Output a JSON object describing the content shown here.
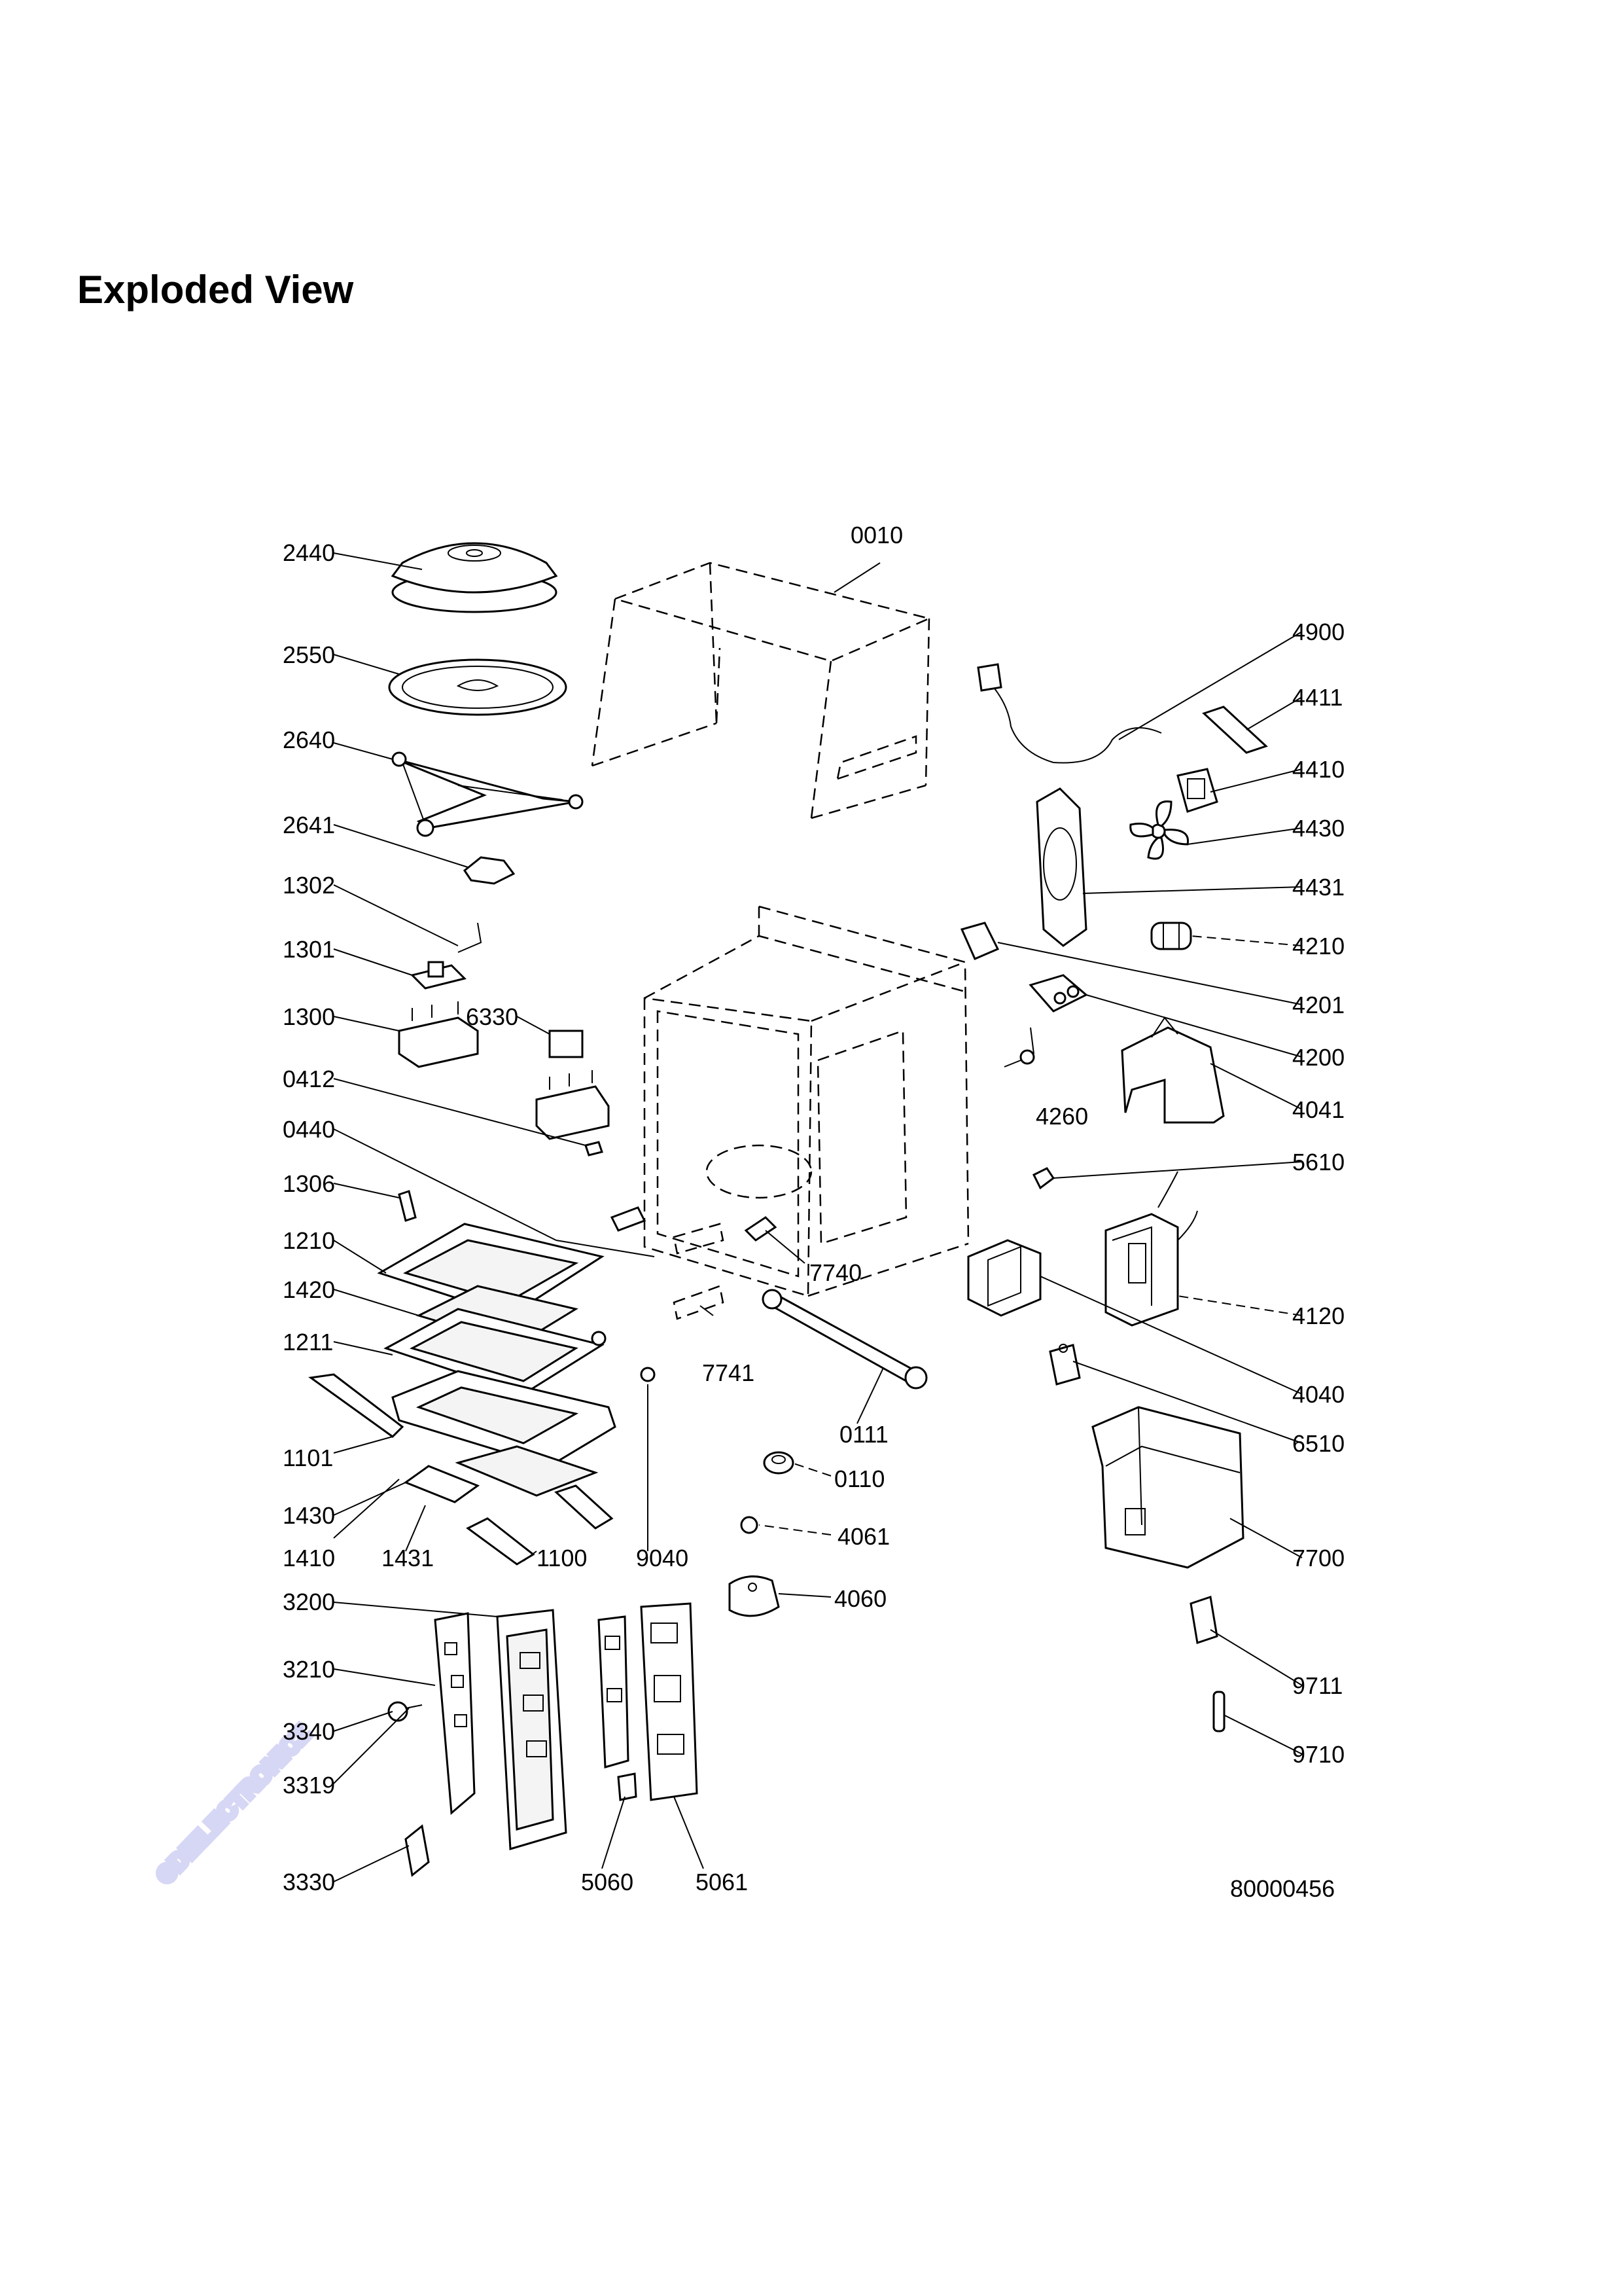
{
  "title": "Exploded View",
  "watermark": "©DIELECTRONICZ",
  "drawing_number": "80000456",
  "parts": {
    "0010": "0010",
    "2440": "2440",
    "2550": "2550",
    "2640": "2640",
    "2641": "2641",
    "1302": "1302",
    "1301": "1301",
    "1300": "1300",
    "6330": "6330",
    "0412": "0412",
    "0440": "0440",
    "1306": "1306",
    "1210": "1210",
    "1420": "1420",
    "1211": "1211",
    "1101": "1101",
    "1430": "1430",
    "1410": "1410",
    "1431": "1431",
    "1100": "1100",
    "9040": "9040",
    "7740": "7740",
    "7741": "7741",
    "0111": "0111",
    "0110": "0110",
    "4061": "4061",
    "4060": "4060",
    "4900": "4900",
    "4411": "4411",
    "4410": "4410",
    "4430": "4430",
    "4431": "4431",
    "4210": "4210",
    "4201": "4201",
    "4200": "4200",
    "4260": "4260",
    "4041": "4041",
    "5610": "5610",
    "4120": "4120",
    "4040": "4040",
    "6510": "6510",
    "7700": "7700",
    "9711": "9711",
    "9710": "9710",
    "3200": "3200",
    "3210": "3210",
    "3340": "3340",
    "3319": "3319",
    "3330": "3330",
    "5060": "5060",
    "5061": "5061"
  }
}
